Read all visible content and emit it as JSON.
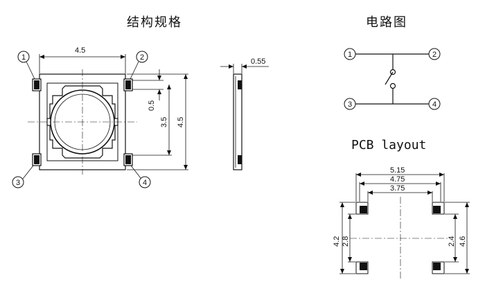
{
  "titles": {
    "structure": "结构规格",
    "circuit": "电路图",
    "pcb": "PCB layout"
  },
  "pins": [
    "1",
    "2",
    "3",
    "4"
  ],
  "dimensions": {
    "top_width": "4.5",
    "side_thickness": "0.55",
    "terminal_width": "0.5",
    "terminal_pitch": "3.5",
    "body_height": "4.5",
    "pcb_outer_width": "5.15",
    "pcb_mid_width": "4.75",
    "pcb_inner_width": "3.75",
    "pcb_left_outer": "4.2",
    "pcb_left_inner": "2.8",
    "pcb_right_inner": "2.4",
    "pcb_right_outer": "4.6"
  }
}
